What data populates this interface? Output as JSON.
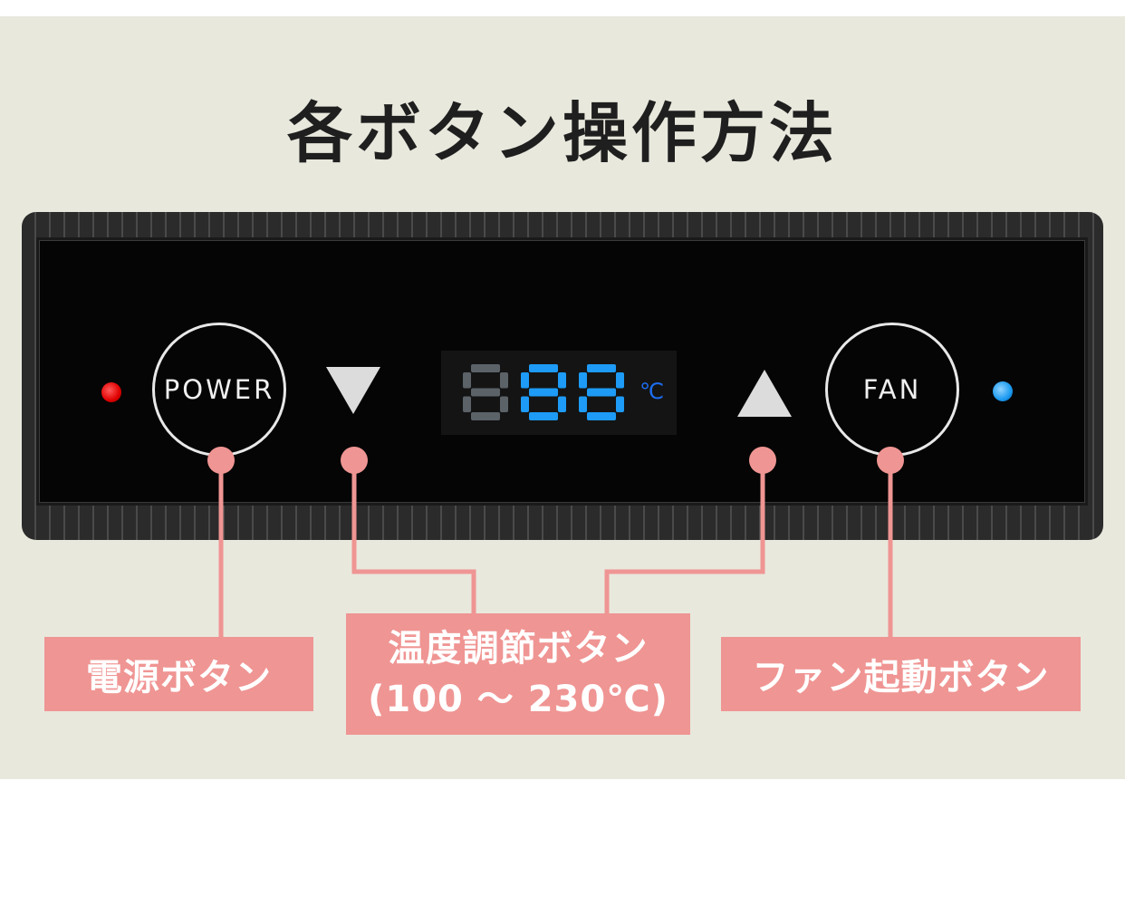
{
  "title": "各ボタン操作方法",
  "panel": {
    "power_button_label": "POWER",
    "fan_button_label": "FAN",
    "display_digits": "888",
    "display_unit": "℃",
    "display_color": "#1d9bf6",
    "power_led_color": "#e00000",
    "fan_led_color": "#1b9af0",
    "down_icon": "triangle-down-icon",
    "up_icon": "triangle-up-icon"
  },
  "labels": {
    "power": "電源ボタン",
    "temp_line1": "温度調節ボタン",
    "temp_line2": "(100 ～ 230℃)",
    "fan": "ファン起動ボタン"
  },
  "accent_color": "#ef9593"
}
